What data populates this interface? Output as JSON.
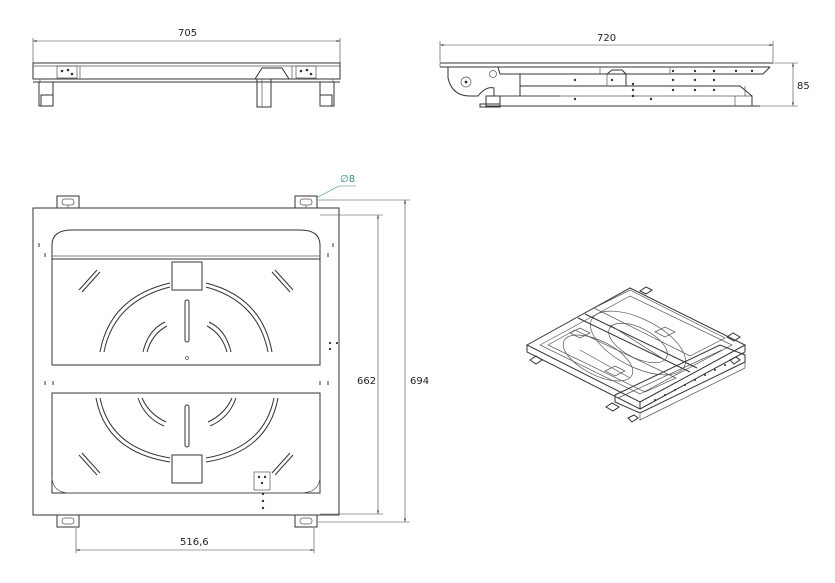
{
  "dimensions": {
    "front_width": "705",
    "side_width": "720",
    "side_height": "85",
    "top_outer_height": "694",
    "top_inner_height": "662",
    "top_bottom_width": "516,6",
    "hole_diameter": "∅8"
  },
  "colors": {
    "line": "#333333",
    "dimension_line": "#444444",
    "diameter_symbol": "#2f8f8a"
  }
}
